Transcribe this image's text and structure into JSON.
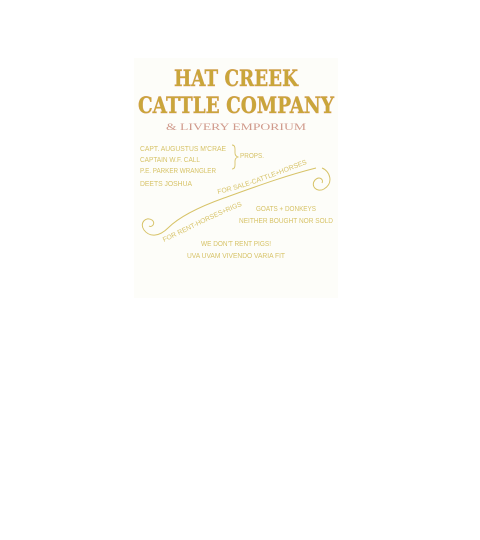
{
  "poster": {
    "title_line1": "HAT CREEK",
    "title_line2": "CATTLE COMPANY",
    "subtitle": "& LIVERY EMPORIUM",
    "proprietors": [
      "CAPT. AUGUSTUS M'CRAE",
      "CAPTAIN W.F. CALL",
      "P.E. PARKER WRANGLER",
      "DEETS JOSHUA"
    ],
    "props_label": "PROPS.",
    "for_sale": "FOR SALE-CATTLE+HORSES",
    "for_rent": "FOR RENT-HORSES+RIGS",
    "goats_line": "GOATS + DONKEYS",
    "neither_line": "NEITHER BOUGHT NOR SOLD",
    "no_rent": "WE DON'T RENT PIGS!",
    "motto": "UVA UVAM VIVENDO VARIA FIT",
    "colors": {
      "title_gold": "#c9a63a",
      "title_shadow": "#e6a08a",
      "subtitle_pink": "#d09a8c",
      "ornament_gold": "#d7c368"
    }
  }
}
